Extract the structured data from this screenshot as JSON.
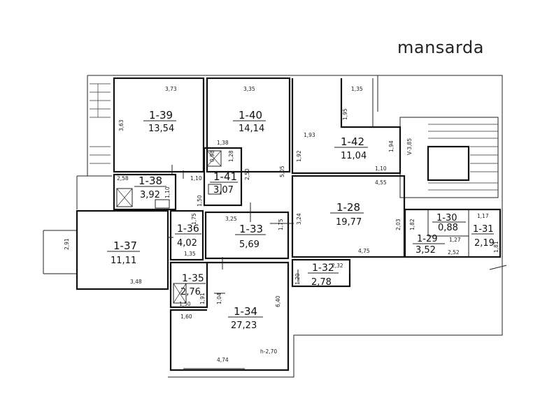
{
  "title": "mansarda",
  "rooms": {
    "r139": {
      "id": "1-39",
      "area": "13,54"
    },
    "r140": {
      "id": "1-40",
      "area": "14,14"
    },
    "r142": {
      "id": "1-42",
      "area": "11,04"
    },
    "r138": {
      "id": "1-38",
      "area": "3,92"
    },
    "r141": {
      "id": "1-41",
      "area": "3,07"
    },
    "r128": {
      "id": "1-28",
      "area": "19,77"
    },
    "r130": {
      "id": "1-30",
      "area": "0,88"
    },
    "r131": {
      "id": "1-31",
      "area": "2,19"
    },
    "r129": {
      "id": "1-29",
      "area": "3,52"
    },
    "r137": {
      "id": "1-37",
      "area": "11,11"
    },
    "r136": {
      "id": "1-36",
      "area": "4,02"
    },
    "r133": {
      "id": "1-33",
      "area": "5,69"
    },
    "r135": {
      "id": "1-35",
      "area": "2,76"
    },
    "r134": {
      "id": "1-34",
      "area": "27,23"
    },
    "r132": {
      "id": "1-32",
      "area": "2,78"
    }
  },
  "dimensions": {
    "d1": "3,73",
    "d2": "3,35",
    "d3": "3,63",
    "d4": "1,35",
    "d5": "1,95",
    "d6": "1,93",
    "d7": "1,92",
    "d8": "1,94",
    "d9": "V-3,85",
    "d10": "1,10",
    "d11": "4,55",
    "d12": "5,05",
    "d13": "1,38",
    "d14": "0,98",
    "d15": "1,28",
    "d16": "2,50",
    "d17": "2,58",
    "d18": "1,10",
    "d19": "1,10",
    "d20": "1,50",
    "d21": "3,25",
    "d22": "1,75",
    "d23": "3,24",
    "d24": "2,03",
    "d25": "1,82",
    "d26": "1,17",
    "d27": "2,91",
    "d28": "1,35",
    "d29": "4,75",
    "d30": "1,27",
    "d31": "2,52",
    "d32": "3,48",
    "d33": "2,32",
    "d34": "1,20",
    "d35": "1,91",
    "d36": "1,04",
    "d37": "1,50",
    "d38": "1,60",
    "d39": "6,40",
    "d40": "4,74",
    "d41": "h-2,70",
    "d42": "1,75",
    "d43": "1,81"
  }
}
